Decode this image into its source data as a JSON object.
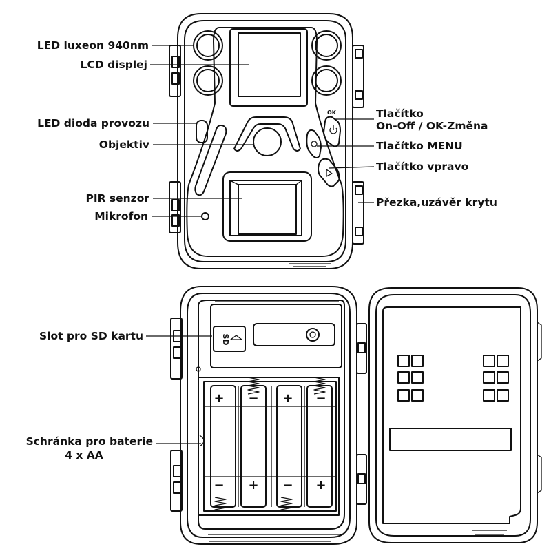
{
  "labels": {
    "led_ir": "LED luxeon 940nm",
    "lcd": "LCD displej",
    "led_status": "LED dioda provozu",
    "lens": "Objektiv",
    "pir": "PIR senzor",
    "mic": "Mikrofon",
    "btn_power_1": "Tlačítko",
    "btn_power_2": "On-Off / OK-Změna",
    "btn_menu": "Tlačítko MENU",
    "btn_right": "Tlačítko vpravo",
    "strap": "Přezka,uzávěr krytu",
    "sd_slot": "Slot pro SD kartu",
    "battery_1": "Schránka pro baterie",
    "battery_2": "4 x AA"
  },
  "device_marks": {
    "ok": "OK",
    "sd": "SD",
    "plus": "+",
    "minus": "−"
  }
}
